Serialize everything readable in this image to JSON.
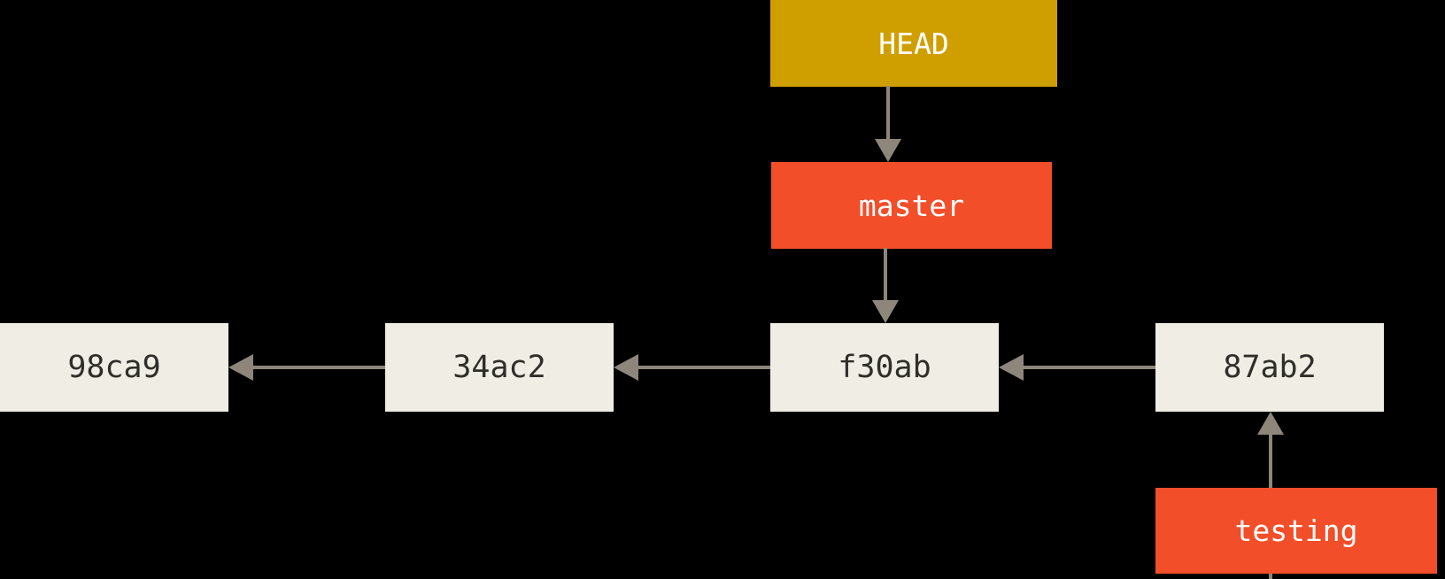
{
  "diagram": {
    "background_color": "#000000",
    "colors": {
      "head_box": "#cf9f00",
      "branch_box": "#f24e2a",
      "commit_box": "#efede4",
      "commit_text": "#2f2e29",
      "ref_text": "#ffffff",
      "arrow": "#8e867b"
    },
    "refs": [
      {
        "label": "HEAD",
        "type": "head-pointer",
        "points_to": "master"
      },
      {
        "label": "master",
        "type": "branch",
        "points_to": "f30ab"
      },
      {
        "label": "testing",
        "type": "branch",
        "points_to": "87ab2"
      }
    ],
    "commits": [
      {
        "id": "98ca9"
      },
      {
        "id": "34ac2"
      },
      {
        "id": "f30ab"
      },
      {
        "id": "87ab2"
      }
    ],
    "edges": [
      {
        "from": "HEAD",
        "to": "master"
      },
      {
        "from": "master",
        "to": "f30ab"
      },
      {
        "from": "34ac2",
        "to": "98ca9"
      },
      {
        "from": "f30ab",
        "to": "34ac2"
      },
      {
        "from": "87ab2",
        "to": "f30ab"
      },
      {
        "from": "testing",
        "to": "87ab2"
      }
    ]
  }
}
